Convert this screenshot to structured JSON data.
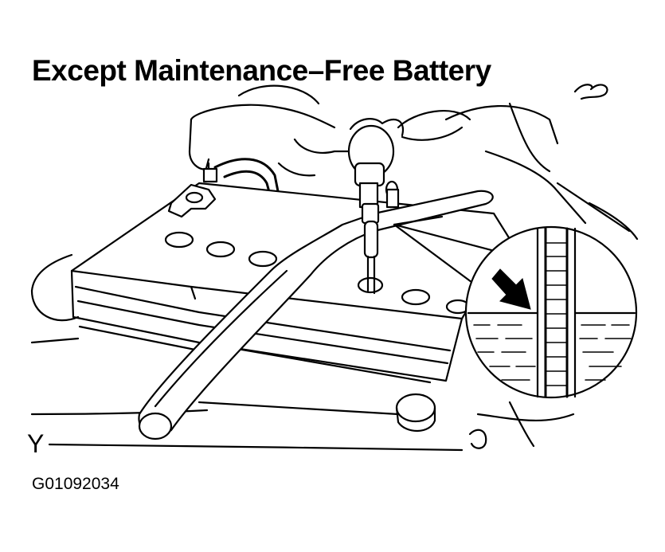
{
  "title": "Except Maintenance–Free Battery",
  "callout_label": "Y",
  "figure_id": "G01092034"
}
